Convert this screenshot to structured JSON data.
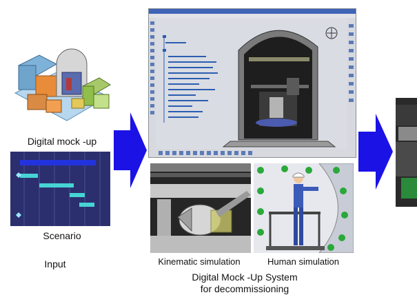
{
  "labels": {
    "digital_mockup": "Digital mock -up",
    "scenario": "Scenario",
    "input": "Input",
    "kinematic_simulation": "Kinematic simulation",
    "human_simulation": "Human simulation",
    "system_title_line1": "Digital Mock -Up System",
    "system_title_line2": "for decommissioning"
  },
  "colors": {
    "arrow": "#1b12e6",
    "gantt_background": "#2c2f6e",
    "gantt_bar_primary": "#2233dd",
    "gantt_bar_secondary": "#46d4d4",
    "cad_viewport": "#d9dce3",
    "human_sim_background": "#e6e8ee"
  },
  "icons": {
    "arrow": "right-arrow-icon"
  }
}
